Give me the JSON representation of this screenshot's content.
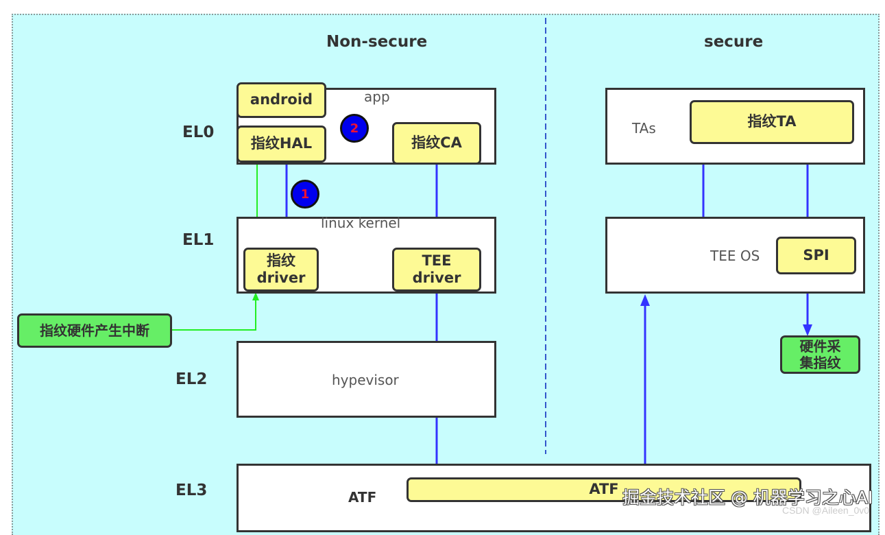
{
  "zones": {
    "non_secure": "Non-secure",
    "secure": "secure"
  },
  "levels": {
    "el0": "EL0",
    "el1": "EL1",
    "el2": "EL2",
    "el3": "EL3"
  },
  "non_secure": {
    "app_layer": "app",
    "android": "android",
    "fingerprint_hal": "指纹HAL",
    "fingerprint_ca": "指纹CA",
    "kernel_layer": "linux kernel",
    "fingerprint_driver": "指纹\ndriver",
    "tee_driver": "TEE\ndriver",
    "hypervisor": "hypevisor",
    "interrupt": "指纹硬件产生中断"
  },
  "secure": {
    "tas_layer": "TAs",
    "fingerprint_ta": "指纹TA",
    "tee_os": "TEE OS",
    "spi": "SPI",
    "hw_capture": "硬件采\n集指纹"
  },
  "el3": {
    "atf_label": "ATF",
    "atf_box": "ATF"
  },
  "steps": {
    "step1": "1",
    "step2": "2"
  },
  "colors": {
    "background": "#c8fdfd",
    "component": "#fdfa95",
    "hardware": "#66ee66",
    "flow_arrow": "#3333ff",
    "interrupt_arrow": "#22ee22",
    "step_badge": "#0000ee",
    "step_number": "#ee1133"
  },
  "watermark": {
    "main": "掘金技术社区 @ 机器学习之心AI",
    "credit": "CSDN @Aileen_0v0"
  }
}
